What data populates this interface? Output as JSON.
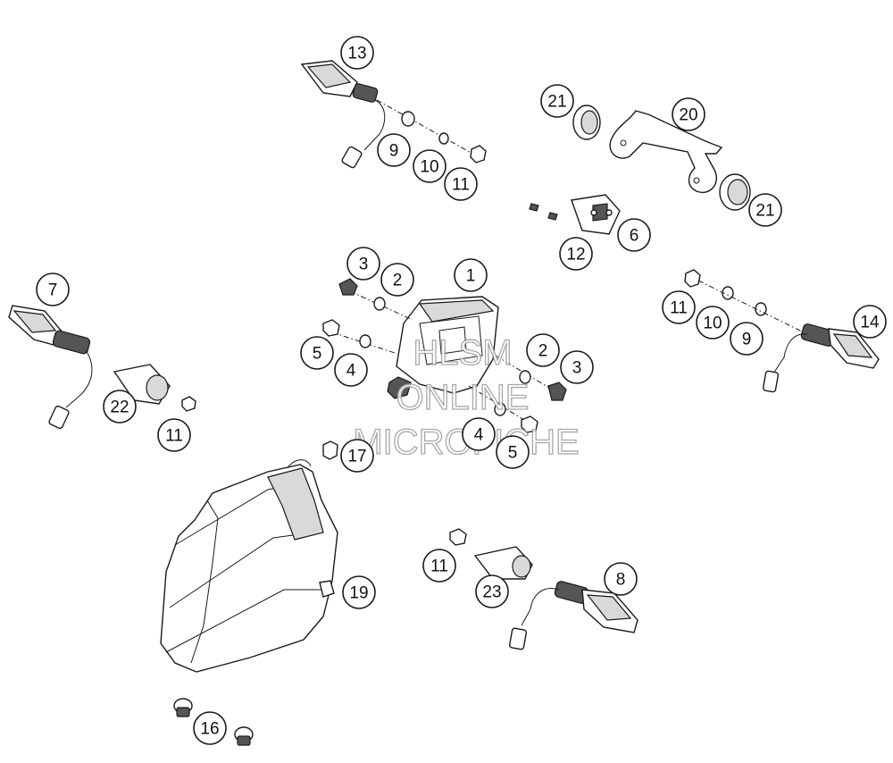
{
  "callouts": [
    {
      "label": "13"
    },
    {
      "label": "9"
    },
    {
      "label": "10"
    },
    {
      "label": "11"
    },
    {
      "label": "21"
    },
    {
      "label": "20"
    },
    {
      "label": "21"
    },
    {
      "label": "6"
    },
    {
      "label": "12"
    },
    {
      "label": "7"
    },
    {
      "label": "22"
    },
    {
      "label": "11"
    },
    {
      "label": "3"
    },
    {
      "label": "2"
    },
    {
      "label": "1"
    },
    {
      "label": "5"
    },
    {
      "label": "4"
    },
    {
      "label": "2"
    },
    {
      "label": "3"
    },
    {
      "label": "4"
    },
    {
      "label": "5"
    },
    {
      "label": "17"
    },
    {
      "label": "11"
    },
    {
      "label": "10"
    },
    {
      "label": "9"
    },
    {
      "label": "14"
    },
    {
      "label": "19"
    },
    {
      "label": "11"
    },
    {
      "label": "23"
    },
    {
      "label": "8"
    },
    {
      "label": "16"
    }
  ],
  "watermark": {
    "line1": "HLSM",
    "line2": "ONLINE",
    "line3": "MICROFICHE"
  }
}
